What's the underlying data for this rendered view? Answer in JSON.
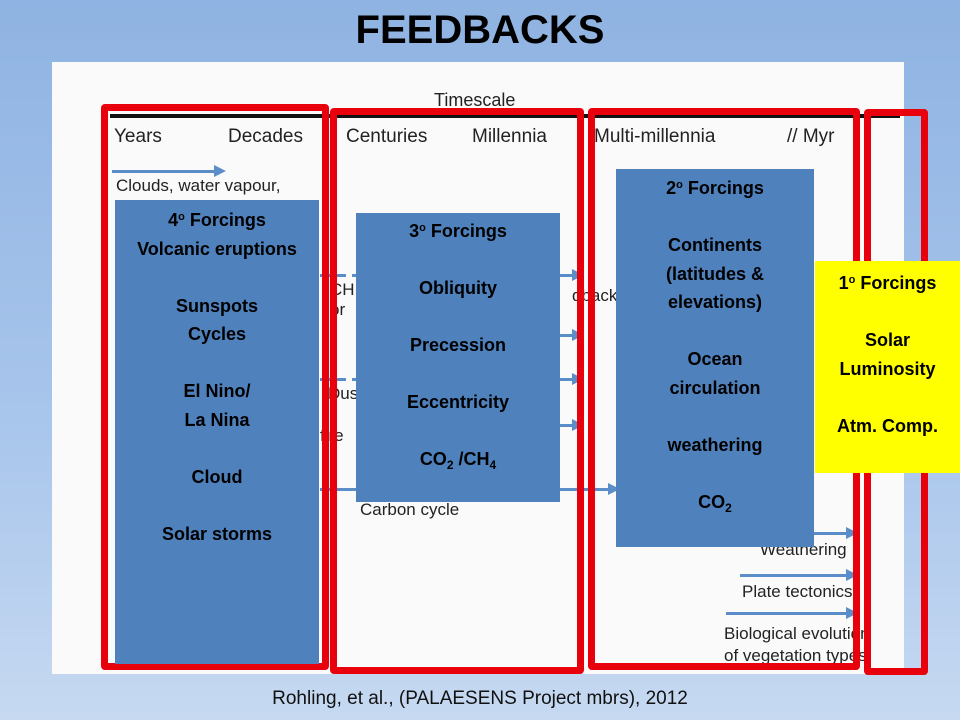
{
  "slide": {
    "title": "FEEDBACKS",
    "credit": "Rohling, et al., (PALAESENS Project mbrs), 2012"
  },
  "figure": {
    "timescale_label": "Timescale",
    "columns": [
      "Years",
      "Decades",
      "Centuries",
      "Millennia",
      "Multi-millennia",
      "// Myr"
    ],
    "fragments": {
      "clouds": "Clouds, water vapour,",
      "ch": "CH",
      "or": "or",
      "dus": "Dus",
      "fire": "fire",
      "feedback": "dback;",
      "carbon_cycle": "Carbon cycle",
      "weathering": "Weathering",
      "plate_tectonics": "Plate tectonics",
      "bio_evolution_1": "Biological evolution",
      "bio_evolution_2": "of vegetation types"
    }
  },
  "boxes": {
    "fourth": {
      "title": "Forcings",
      "order": "4",
      "items": [
        "Volcanic eruptions",
        "",
        "Sunspots",
        "Cycles",
        "",
        "El Nino/",
        "La Nina",
        "",
        "Cloud",
        "",
        "Solar storms"
      ]
    },
    "third": {
      "title": "Forcings",
      "order": "3",
      "items": [
        "Obliquity",
        "",
        "Precession",
        "",
        "Eccentricity",
        ""
      ],
      "gas_a": "CO",
      "gas_a_sub": "2",
      "gas_sep": " /CH",
      "gas_b_sub": "4"
    },
    "second": {
      "title": "Forcings",
      "order": "2",
      "items": [
        "Continents",
        "(latitudes &",
        "elevations)",
        "",
        "Ocean",
        "circulation",
        "",
        "weathering",
        ""
      ],
      "gas": "CO",
      "gas_sub": "2"
    },
    "first": {
      "title": "Forcings",
      "order": "1",
      "items": [
        "Solar",
        "Luminosity",
        "",
        "Atm. Comp."
      ]
    }
  },
  "colors": {
    "frame": "#e8000d",
    "box_blue": "#4f81bd",
    "box_yellow": "#ffff00",
    "arrow": "#5b8ec9"
  }
}
